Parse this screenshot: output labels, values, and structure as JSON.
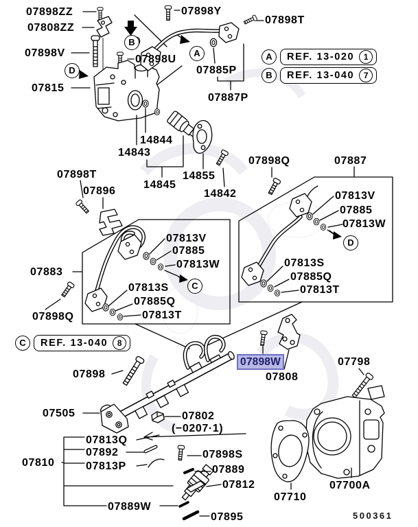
{
  "drawing_number": "500361",
  "colors": {
    "ink": "#000000",
    "paper": "#ffffff",
    "watermark": "#ececf1",
    "highlight_fill": "#b7b8e6",
    "highlight_border": "#6e6ec2",
    "highlight_text": "#1e1e66"
  },
  "labels": {
    "p07898zz": "07898ZZ",
    "p07808zz": "07808ZZ",
    "p07898y": "07898Y",
    "p07898t": "07898T",
    "p07898v": "07898V",
    "p07898u": "07898U",
    "p07885p": "07885P",
    "p07815": "07815",
    "p07887p": "07887P",
    "p14844": "14844",
    "p14843": "14843",
    "p14845": "14845",
    "p14855": "14855",
    "p14842": "14842",
    "p07898q": "07898Q",
    "p07887": "07887",
    "p07896": "07896",
    "p07813v": "07813V",
    "p07885": "07885",
    "p07813w": "07813W",
    "p07813s": "07813S",
    "p07885q": "07885Q",
    "p07813t": "07813T",
    "p07883": "07883",
    "p07898": "07898",
    "p07898w": "07898W",
    "p07808": "07808",
    "p07798": "07798",
    "p07505": "07505",
    "p07802": "07802",
    "p07802_range": "(−0207·1)",
    "p07813q": "07813Q",
    "p07892": "07892",
    "p07813p": "07813P",
    "p07810": "07810",
    "p07898s": "07898S",
    "p07889": "07889",
    "p07812": "07812",
    "p07889w": "07889W",
    "p07895": "07895",
    "p07710": "07710",
    "p07700a": "07700A"
  },
  "callouts": {
    "a": "A",
    "b": "B",
    "c": "C",
    "d": "D"
  },
  "ref_notes": [
    {
      "callout": "A",
      "text": "REF. 13-020",
      "num": "1"
    },
    {
      "callout": "B",
      "text": "REF. 13-040",
      "num": "7"
    },
    {
      "callout": "C",
      "text": "REF. 13-040",
      "num": "8"
    }
  ]
}
